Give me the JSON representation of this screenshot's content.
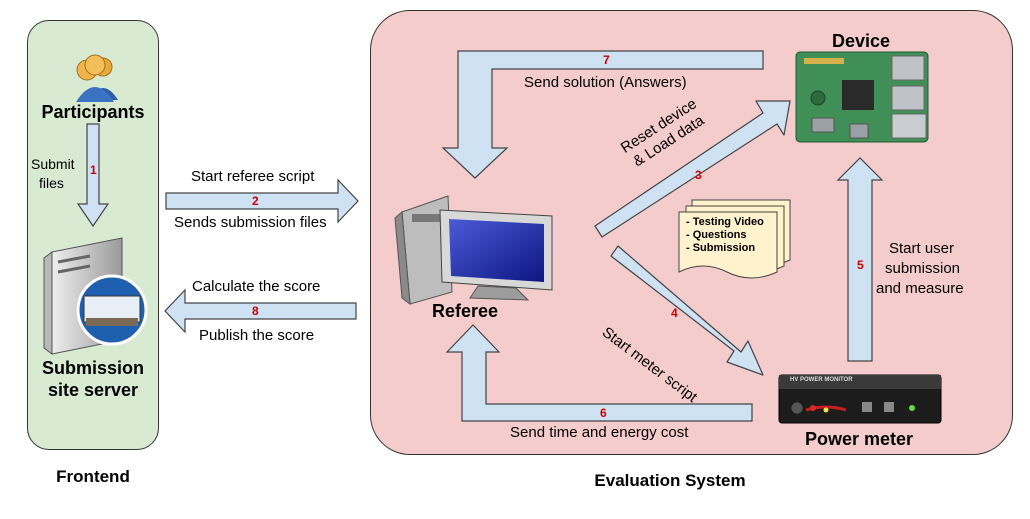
{
  "frontend": {
    "caption": "Frontend",
    "participants_label": "Participants",
    "server_label_line1": "Submission",
    "server_label_line2": "site server",
    "submit_label_line1": "Submit",
    "submit_label_line2": "files",
    "submit_step": "1"
  },
  "evaluation": {
    "caption": "Evaluation System",
    "referee_label": "Referee",
    "device_label": "Device",
    "power_meter_label": "Power meter",
    "power_monitor_text": "HV POWER MONITOR"
  },
  "steps": {
    "s2": {
      "num": "2",
      "above": "Start referee script",
      "below": "Sends submission files"
    },
    "s3": {
      "num": "3",
      "line1": "Reset device",
      "line2": "& Load data"
    },
    "s4": {
      "num": "4",
      "label": "Start meter script"
    },
    "s5": {
      "num": "5",
      "line1": "Start user",
      "line2": "submission",
      "line3": "and measure"
    },
    "s6": {
      "num": "6",
      "label": "Send time and energy cost"
    },
    "s7": {
      "num": "7",
      "label": "Send solution (Answers)"
    },
    "s8": {
      "num": "8",
      "above": "Calculate the score",
      "below": "Publish the score"
    }
  },
  "data_doc": {
    "items": [
      "- Testing Video",
      "- Questions",
      "- Submission"
    ]
  },
  "colors": {
    "frontend_bg": "#d9ead3",
    "eval_bg": "#f4cccc",
    "arrow_fill": "#cfe2f3",
    "step_number": "#cc0000",
    "doc_fill": "#fff2cc"
  }
}
